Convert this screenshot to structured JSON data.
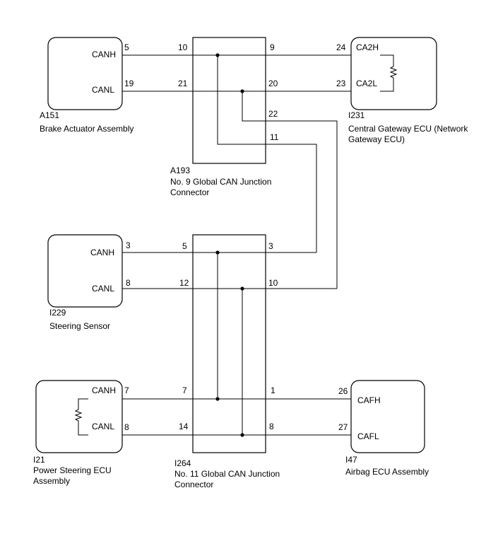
{
  "components": {
    "a151": {
      "code": "A151",
      "name": "Brake Actuator Assembly",
      "pins": {
        "canh_label": "CANH",
        "canh_pin": "5",
        "canl_label": "CANL",
        "canl_pin": "19"
      }
    },
    "i231": {
      "code": "I231",
      "name_line1": "Central Gateway ECU (Network",
      "name_line2": "Gateway ECU)",
      "pins": {
        "ca2h_label": "CA2H",
        "ca2h_pin": "24",
        "ca2l_label": "CA2L",
        "ca2l_pin": "23"
      }
    },
    "a193": {
      "code": "A193",
      "name_line1": "No. 9 Global CAN Junction",
      "name_line2": "Connector",
      "pins": {
        "p10": "10",
        "p21": "21",
        "p9": "9",
        "p20": "20",
        "p22": "22",
        "p11": "11"
      }
    },
    "i229": {
      "code": "I229",
      "name": "Steering Sensor",
      "pins": {
        "canh_label": "CANH",
        "canh_pin": "3",
        "canl_label": "CANL",
        "canl_pin": "8"
      }
    },
    "i264": {
      "code": "I264",
      "name_line1": "No. 11 Global CAN Junction",
      "name_line2": "Connector",
      "pins": {
        "p5": "5",
        "p12": "12",
        "p3": "3",
        "p10": "10",
        "p7": "7",
        "p14": "14",
        "p1": "1",
        "p8": "8"
      }
    },
    "i21": {
      "code": "I21",
      "name_line1": "Power Steering ECU",
      "name_line2": "Assembly",
      "pins": {
        "canh_label": "CANH",
        "canh_pin": "7",
        "canl_label": "CANL",
        "canl_pin": "8"
      }
    },
    "i47": {
      "code": "I47",
      "name": "Airbag ECU Assembly",
      "pins": {
        "cafh_label": "CAFH",
        "cafh_pin": "26",
        "cafl_label": "CAFL",
        "cafl_pin": "27"
      }
    }
  }
}
